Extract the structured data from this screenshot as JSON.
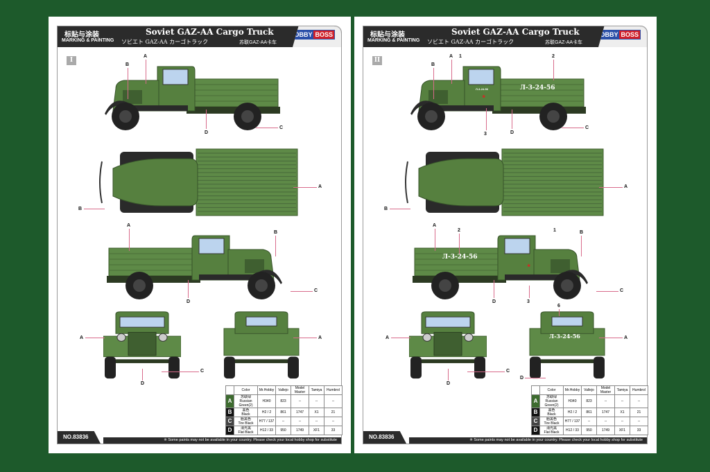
{
  "colors": {
    "background": "#1d5a2b",
    "truck_green": "#56803f",
    "bed_green": "#5e8a47",
    "black": "#222222",
    "leader": "#d86a8a"
  },
  "header": {
    "cn_label": "标贴与涂装",
    "en_label": "MARKING & PAINTING",
    "title": "Soviet GAZ-AA Cargo Truck",
    "jp_title": "ソビエト GAZ-AA カーゴトラック",
    "cn_title": "苏联GAZ-AA卡车",
    "logo_a": "HOBBY",
    "logo_b": "BOSS"
  },
  "pages": [
    {
      "scheme": "I",
      "plate": "",
      "door_plate": "",
      "side1": {
        "top": [
          "B",
          "A"
        ],
        "bottom": [
          "D"
        ],
        "right": "C",
        "extra_top": "",
        "extra_bottom": ""
      },
      "top_view": {
        "left": "B",
        "right": "A"
      },
      "side2": {
        "top": [
          "A",
          "B"
        ],
        "bottom": [
          "D"
        ],
        "right": "C",
        "extra_top": "",
        "extra_bottom": ""
      },
      "front": {
        "left": "A",
        "bottom": "D",
        "right": "C"
      },
      "rear": {
        "right": "A",
        "top": "",
        "bottom": ""
      }
    },
    {
      "scheme": "II",
      "plate": "Л-3-24-56",
      "door_plate": "Л-3-24-56",
      "side1": {
        "top": [
          "B",
          "A"
        ],
        "bottom": [
          "D"
        ],
        "right": "C",
        "extra_top": "1",
        "extra_top2": "2",
        "extra_bottom": "3"
      },
      "top_view": {
        "left": "B",
        "right": "A"
      },
      "side2": {
        "top": [
          "A",
          "B"
        ],
        "bottom": [
          "D"
        ],
        "right": "C",
        "extra_top": "1",
        "extra_top2": "2",
        "extra_bottom": "3"
      },
      "front": {
        "left": "A",
        "bottom": "D",
        "right": "C"
      },
      "rear": {
        "right": "A",
        "top": "6",
        "bottom": "D"
      }
    }
  ],
  "paint_table": {
    "headers": [
      "Color",
      "Mr.Hobby",
      "Vallejo",
      "Model Master",
      "Tamiya",
      "Humbrol"
    ],
    "rows": [
      {
        "key": "A",
        "color": "#3d6b2f",
        "name_cn": "苏联绿",
        "name_en": "Russian Green(2)",
        "mr_hobby": "H340",
        "vallejo": "823",
        "model_master": "--",
        "tamiya": "--",
        "humbrol": "--"
      },
      {
        "key": "B",
        "color": "#111111",
        "name_cn": "黑色",
        "name_en": "Black",
        "mr_hobby": "H2 / 2",
        "vallejo": "861",
        "model_master": "1747",
        "tamiya": "X1",
        "humbrol": "21"
      },
      {
        "key": "C",
        "color": "#444444",
        "name_cn": "胎黑色",
        "name_en": "Tire Black",
        "mr_hobby": "H77 / 137",
        "vallejo": "--",
        "model_master": "--",
        "tamiya": "--",
        "humbrol": "--"
      },
      {
        "key": "D",
        "color": "#111111",
        "name_cn": "消光黑",
        "name_en": "Flat Black",
        "mr_hobby": "H12 / 33",
        "vallejo": "950",
        "model_master": "1749",
        "tamiya": "XF1",
        "humbrol": "33"
      }
    ]
  },
  "footer": {
    "number": "NO.83836",
    "note": "※ Some paints may not be available in your country. Please check your local hobby shop for substitute"
  }
}
